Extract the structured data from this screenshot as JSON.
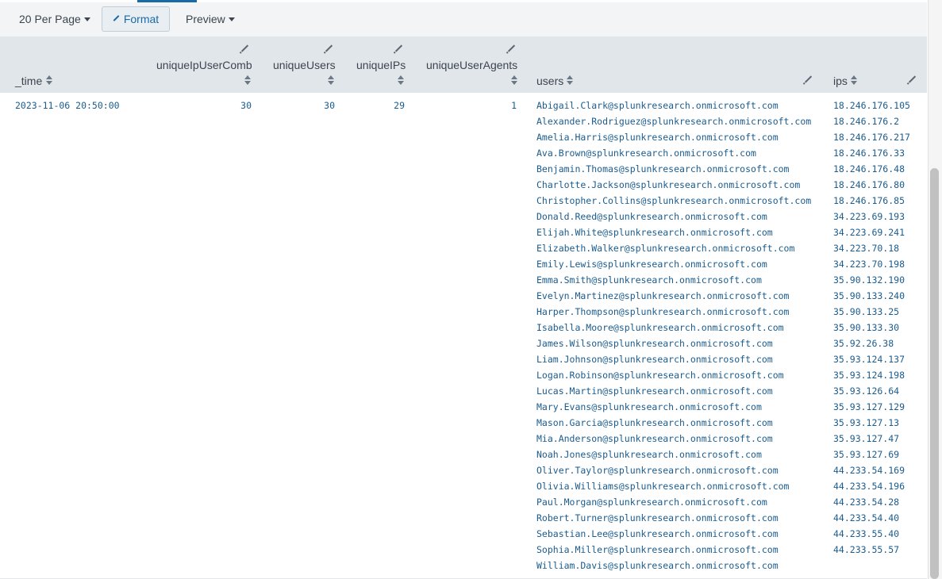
{
  "toolbar": {
    "per_page_label": "20 Per Page",
    "format_label": "Format",
    "preview_label": "Preview"
  },
  "columns": {
    "time": "_time",
    "uniqueIpUserComb": "uniqueIpUserComb",
    "uniqueUsers": "uniqueUsers",
    "uniqueIPs": "uniqueIPs",
    "uniqueUserAgents": "uniqueUserAgents",
    "users": "users",
    "ips": "ips"
  },
  "row": {
    "time": "2023-11-06 20:50:00",
    "uniqueIpUserComb": "30",
    "uniqueUsers": "30",
    "uniqueIPs": "29",
    "uniqueUserAgents": "1",
    "users": [
      "Abigail.Clark@splunkresearch.onmicrosoft.com",
      "Alexander.Rodriguez@splunkresearch.onmicrosoft.com",
      "Amelia.Harris@splunkresearch.onmicrosoft.com",
      "Ava.Brown@splunkresearch.onmicrosoft.com",
      "Benjamin.Thomas@splunkresearch.onmicrosoft.com",
      "Charlotte.Jackson@splunkresearch.onmicrosoft.com",
      "Christopher.Collins@splunkresearch.onmicrosoft.com",
      "Donald.Reed@splunkresearch.onmicrosoft.com",
      "Elijah.White@splunkresearch.onmicrosoft.com",
      "Elizabeth.Walker@splunkresearch.onmicrosoft.com",
      "Emily.Lewis@splunkresearch.onmicrosoft.com",
      "Emma.Smith@splunkresearch.onmicrosoft.com",
      "Evelyn.Martinez@splunkresearch.onmicrosoft.com",
      "Harper.Thompson@splunkresearch.onmicrosoft.com",
      "Isabella.Moore@splunkresearch.onmicrosoft.com",
      "James.Wilson@splunkresearch.onmicrosoft.com",
      "Liam.Johnson@splunkresearch.onmicrosoft.com",
      "Logan.Robinson@splunkresearch.onmicrosoft.com",
      "Lucas.Martin@splunkresearch.onmicrosoft.com",
      "Mary.Evans@splunkresearch.onmicrosoft.com",
      "Mason.Garcia@splunkresearch.onmicrosoft.com",
      "Mia.Anderson@splunkresearch.onmicrosoft.com",
      "Noah.Jones@splunkresearch.onmicrosoft.com",
      "Oliver.Taylor@splunkresearch.onmicrosoft.com",
      "Olivia.Williams@splunkresearch.onmicrosoft.com",
      "Paul.Morgan@splunkresearch.onmicrosoft.com",
      "Robert.Turner@splunkresearch.onmicrosoft.com",
      "Sebastian.Lee@splunkresearch.onmicrosoft.com",
      "Sophia.Miller@splunkresearch.onmicrosoft.com",
      "William.Davis@splunkresearch.onmicrosoft.com"
    ],
    "ips": [
      "18.246.176.105",
      "18.246.176.2",
      "18.246.176.217",
      "18.246.176.33",
      "18.246.176.48",
      "18.246.176.80",
      "18.246.176.85",
      "34.223.69.193",
      "34.223.69.241",
      "34.223.70.18",
      "34.223.70.198",
      "35.90.132.190",
      "35.90.133.240",
      "35.90.133.25",
      "35.90.133.30",
      "35.92.26.38",
      "35.93.124.137",
      "35.93.124.198",
      "35.93.126.64",
      "35.93.127.129",
      "35.93.127.13",
      "35.93.127.47",
      "35.93.127.69",
      "44.233.54.169",
      "44.233.54.196",
      "44.233.54.28",
      "44.233.54.40",
      "44.233.55.40",
      "44.233.55.57"
    ]
  },
  "icons": {
    "sort": "sort-icon",
    "edit": "pencil-icon",
    "caret": "caret-down-icon"
  },
  "colors": {
    "accent": "#1a6aa8",
    "cell_text": "#1a5c8f",
    "header_bg": "#e1e6eb",
    "toolbar_bg": "#f2f4f5"
  }
}
